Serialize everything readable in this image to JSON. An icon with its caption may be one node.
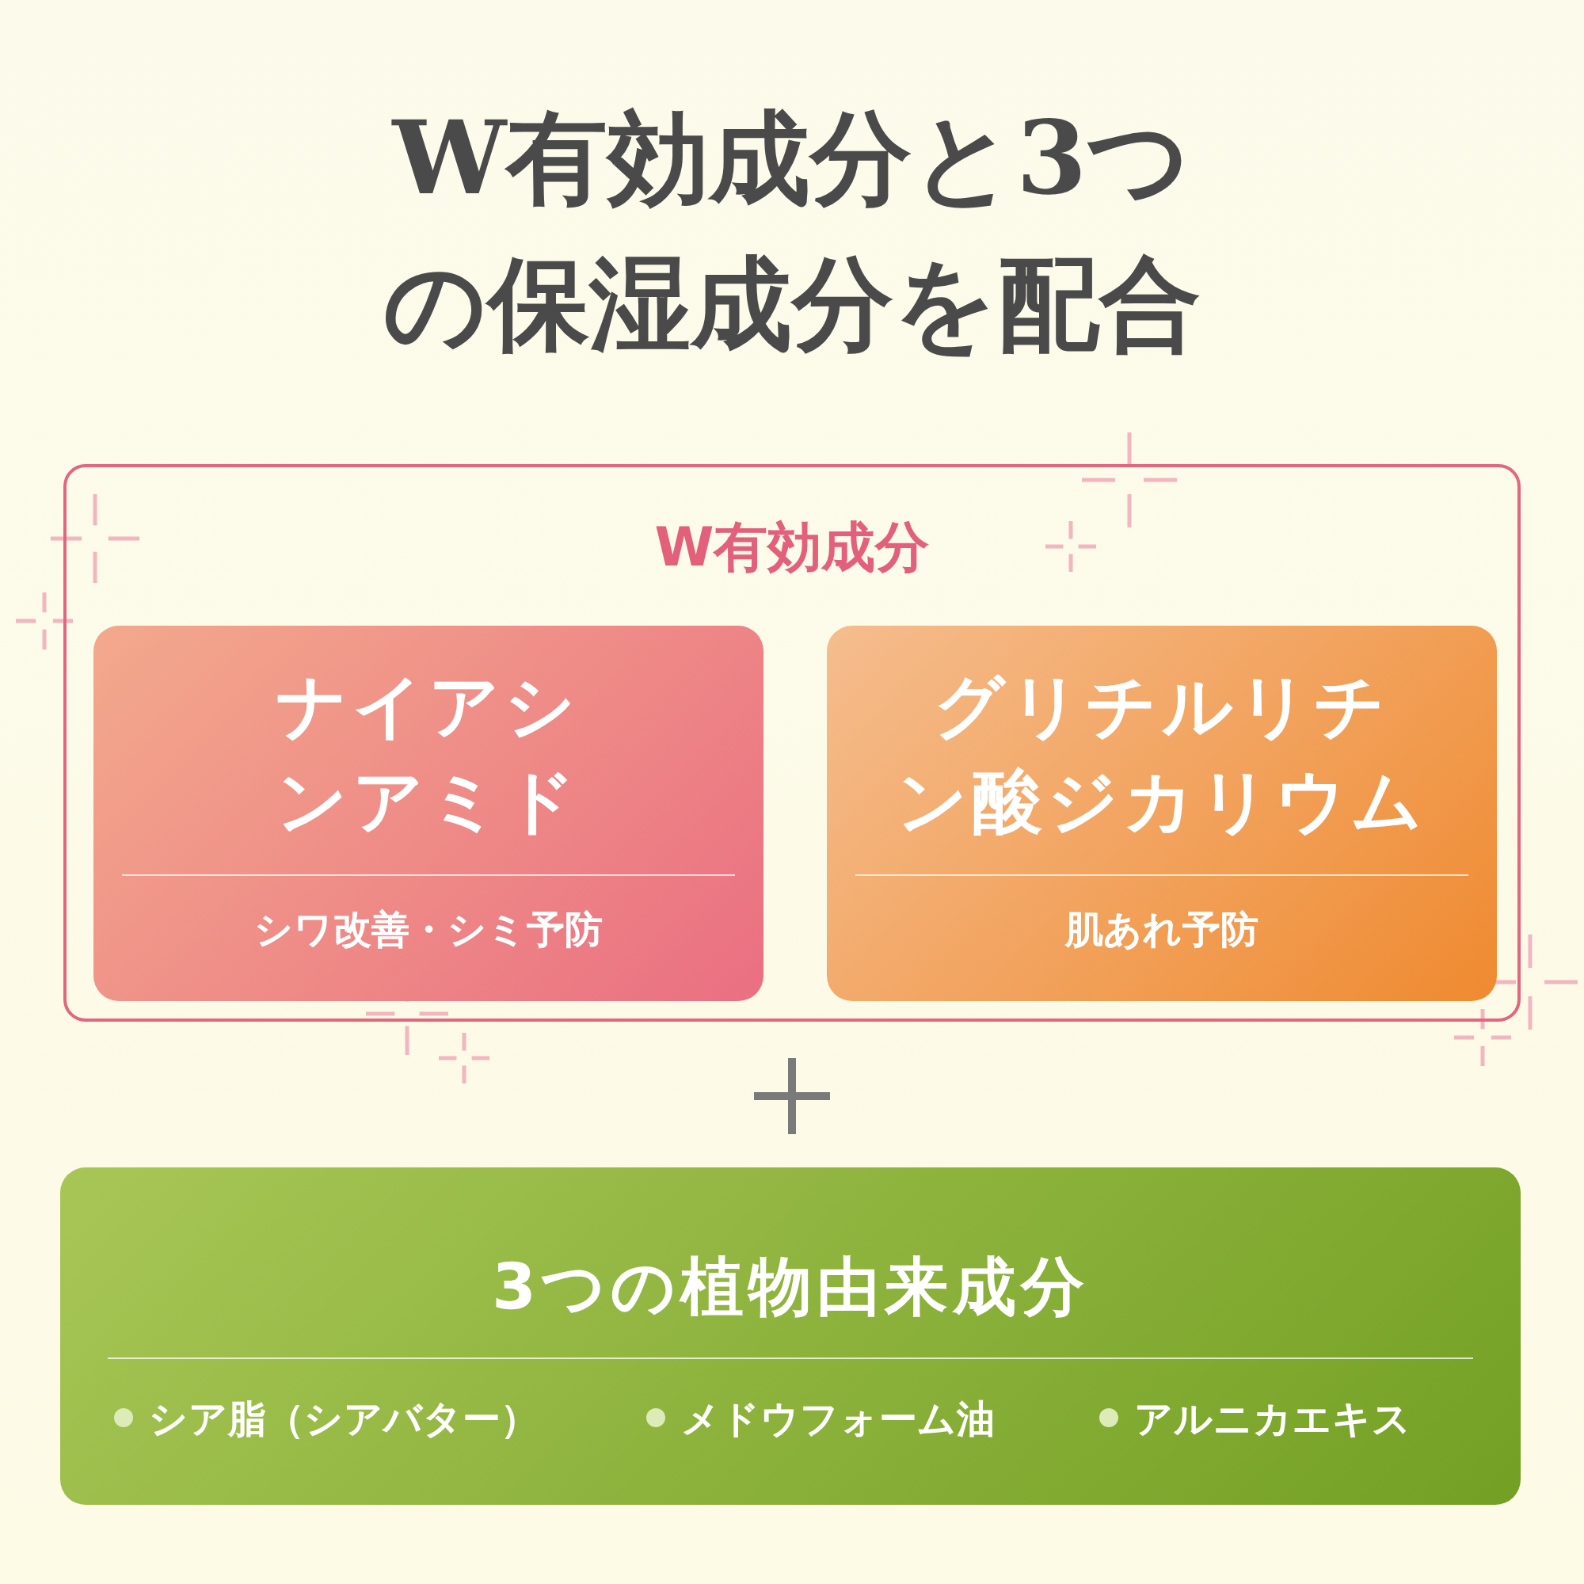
{
  "diagram": {
    "title": "W有効成分と3つの保湿成分を配合",
    "nodes": [
      {
        "text": [
          "W有効成分"
        ]
      },
      {
        "text": [
          "ナイアシンアミド",
          "シワ改善・シミ予防"
        ],
        "in": 0
      },
      {
        "text": [
          "グリチルリチン酸ジカリウム",
          "肌あれ予防"
        ],
        "in": 0
      },
      {
        "text": [
          "3つの植物由来成分",
          "シア脂（シアバター）",
          "メドウフォーム油",
          "アルニカエキス"
        ]
      }
    ],
    "edges": []
  }
}
